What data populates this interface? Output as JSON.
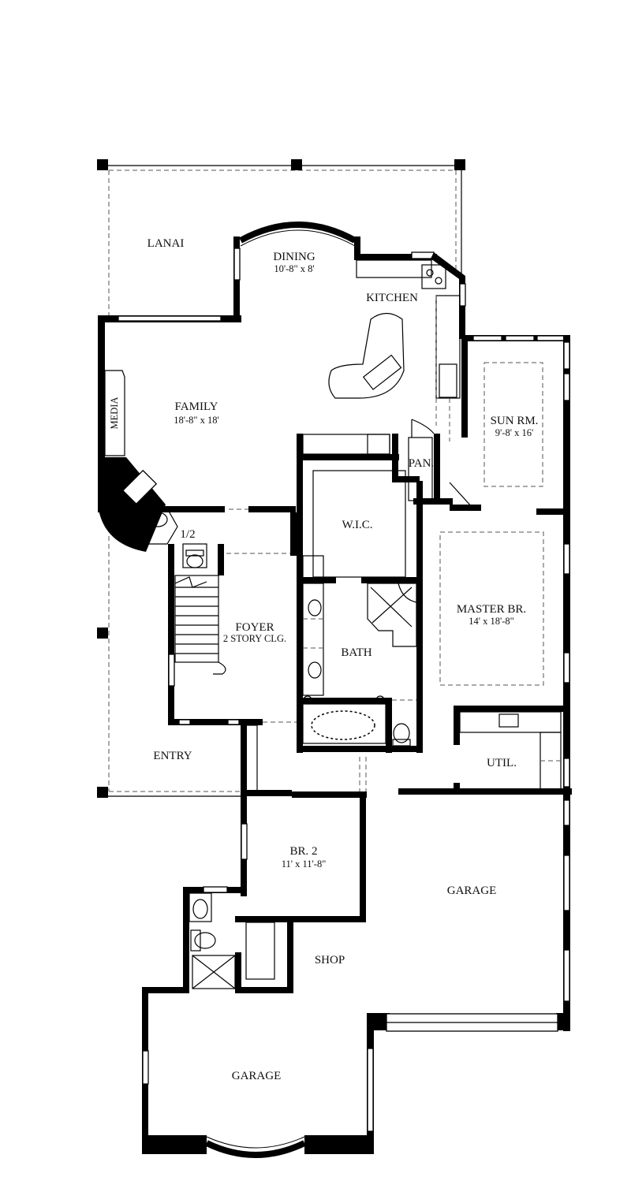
{
  "rooms": {
    "lanai": "LANAI",
    "dining": "DINING",
    "dining_size": "10'-8\" x 8'",
    "kitchen": "KITCHEN",
    "family": "FAMILY",
    "family_size": "18'-8\" x 18'",
    "media": "MEDIA",
    "pantry": "PAN.",
    "sun_room": "SUN RM.",
    "sun_room_size": "9'-8' x 16'",
    "wic": "W.I.C.",
    "half_bath": "1/2",
    "foyer": "FOYER",
    "foyer_note": "2 STORY CLG.",
    "master": "MASTER BR.",
    "master_size": "14' x 18'-8\"",
    "bath": "BATH",
    "util": "UTIL.",
    "entry": "ENTRY",
    "br2": "BR. 2",
    "br2_size": "11' x 11'-8\"",
    "garage_right": "GARAGE",
    "shop": "SHOP",
    "garage_left": "GARAGE"
  }
}
